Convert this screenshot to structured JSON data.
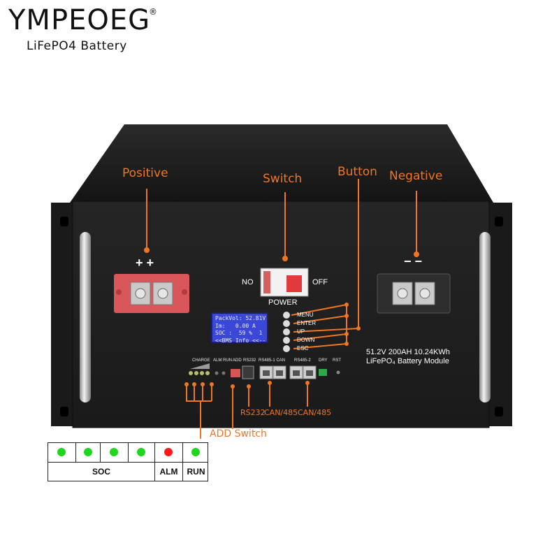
{
  "brand": {
    "name": "YMPEOEG",
    "registered": "®",
    "subtitle": "LiFePO4 Battery"
  },
  "callouts": {
    "positive": "Positive",
    "switch": "Switch",
    "button": "Button",
    "negative": "Negative",
    "add_switch": "ADD Switch"
  },
  "terminals": {
    "positive_symbol": "+ +",
    "negative_symbol": "− −"
  },
  "power_switch": {
    "no_label": "NO",
    "off_label": "OFF",
    "power_label": "POWER"
  },
  "lcd": {
    "lines": [
      "PackVol: 52.81V",
      "Im:   0.00 A",
      "SOC :  59 %  1",
      "<<BMS Info <<--"
    ]
  },
  "buttons": [
    "MENU",
    "ENTER",
    "UP",
    "DOWN",
    "ESC"
  ],
  "module_info": {
    "line1": "51.2V 200AH 10.24KWh",
    "line2": "LiFePO₄ Battery Module"
  },
  "panel_small_labels": {
    "charge": "CHARGE",
    "alm_run": "ALM RUN",
    "add": "ADD",
    "rs232": "RS232",
    "rs485_1_can": "RS485-1 CAN",
    "rs485_2": "RS485-2",
    "dry": "DRY",
    "rst": "RST"
  },
  "port_callouts": {
    "rs232": "RS232",
    "can485_1": "CAN/485",
    "can485_2": "CAN/485"
  },
  "led_legend": {
    "soc_label": "SOC",
    "alm_label": "ALM",
    "run_label": "RUN",
    "leds": [
      {
        "color": "#1fd71f"
      },
      {
        "color": "#1fd71f"
      },
      {
        "color": "#1fd71f"
      },
      {
        "color": "#1fd71f"
      },
      {
        "color": "#ff1a1a"
      },
      {
        "color": "#1fd71f"
      }
    ]
  },
  "colors": {
    "accent_orange": "#f07623",
    "chassis": "#1f1f1f",
    "lcd_blue": "#3b47d6",
    "terminal_positive": "#d9575a",
    "terminal_negative": "#2b2b2b"
  }
}
